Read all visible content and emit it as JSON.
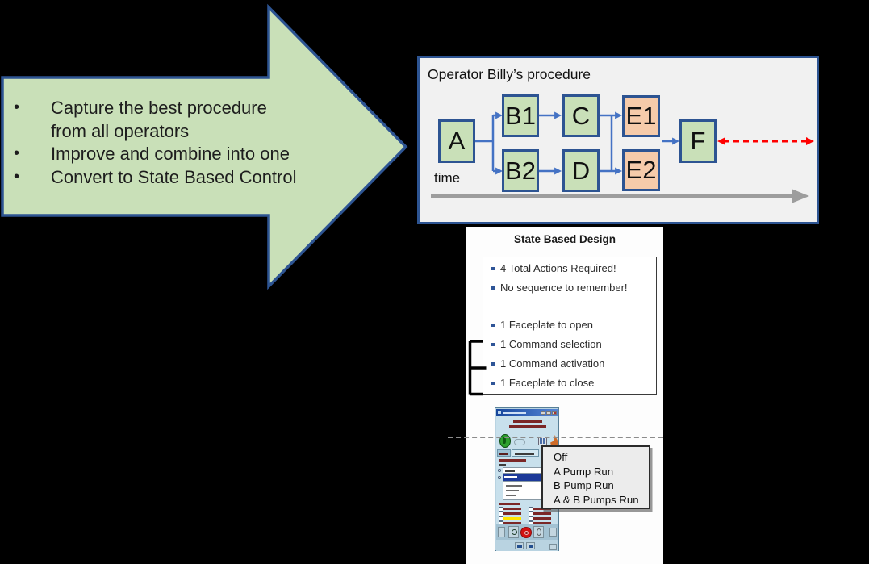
{
  "background": "#000000",
  "arrow_callout": {
    "fill": "#c9e0b8",
    "border_color": "#2d5492",
    "bullets": [
      {
        "line1": "Capture the best procedure",
        "line2": "from all operators"
      },
      {
        "line1": "Improve and combine into one"
      },
      {
        "line1": "Convert to State Based Control"
      }
    ]
  },
  "procedure_panel": {
    "title": "Operator Billy’s procedure",
    "time_label": "time",
    "nodes": [
      {
        "label": "A",
        "color": "green"
      },
      {
        "label": "B1",
        "color": "green"
      },
      {
        "label": "C",
        "color": "green"
      },
      {
        "label": "E1",
        "color": "orange"
      },
      {
        "label": "B2",
        "color": "green"
      },
      {
        "label": "D",
        "color": "green"
      },
      {
        "label": "E2",
        "color": "orange"
      },
      {
        "label": "F",
        "color": "green"
      }
    ],
    "colors": {
      "panel_bg": "#f1f1f1",
      "panel_border": "#2d5492",
      "node_green": "#c9e0b8",
      "node_orange": "#f6cbaa",
      "node_border": "#2d5492",
      "connector": "#4472c4",
      "red_dashed_arrow": "#ff0000",
      "time_arrow": "#9d9d9d"
    }
  },
  "state_based_design": {
    "title": "State Based Design",
    "benefits": [
      "4 Total Actions Required!",
      "No sequence to remember!"
    ],
    "actions": [
      "1 Faceplate to open",
      "1 Command selection",
      "1 Command activation",
      "1 Faceplate to close"
    ],
    "bullet_color": "#2f5597"
  },
  "popup_menu": {
    "items": [
      "Off",
      "A Pump Run",
      "B Pump Run",
      "A & B Pumps Run"
    ]
  }
}
